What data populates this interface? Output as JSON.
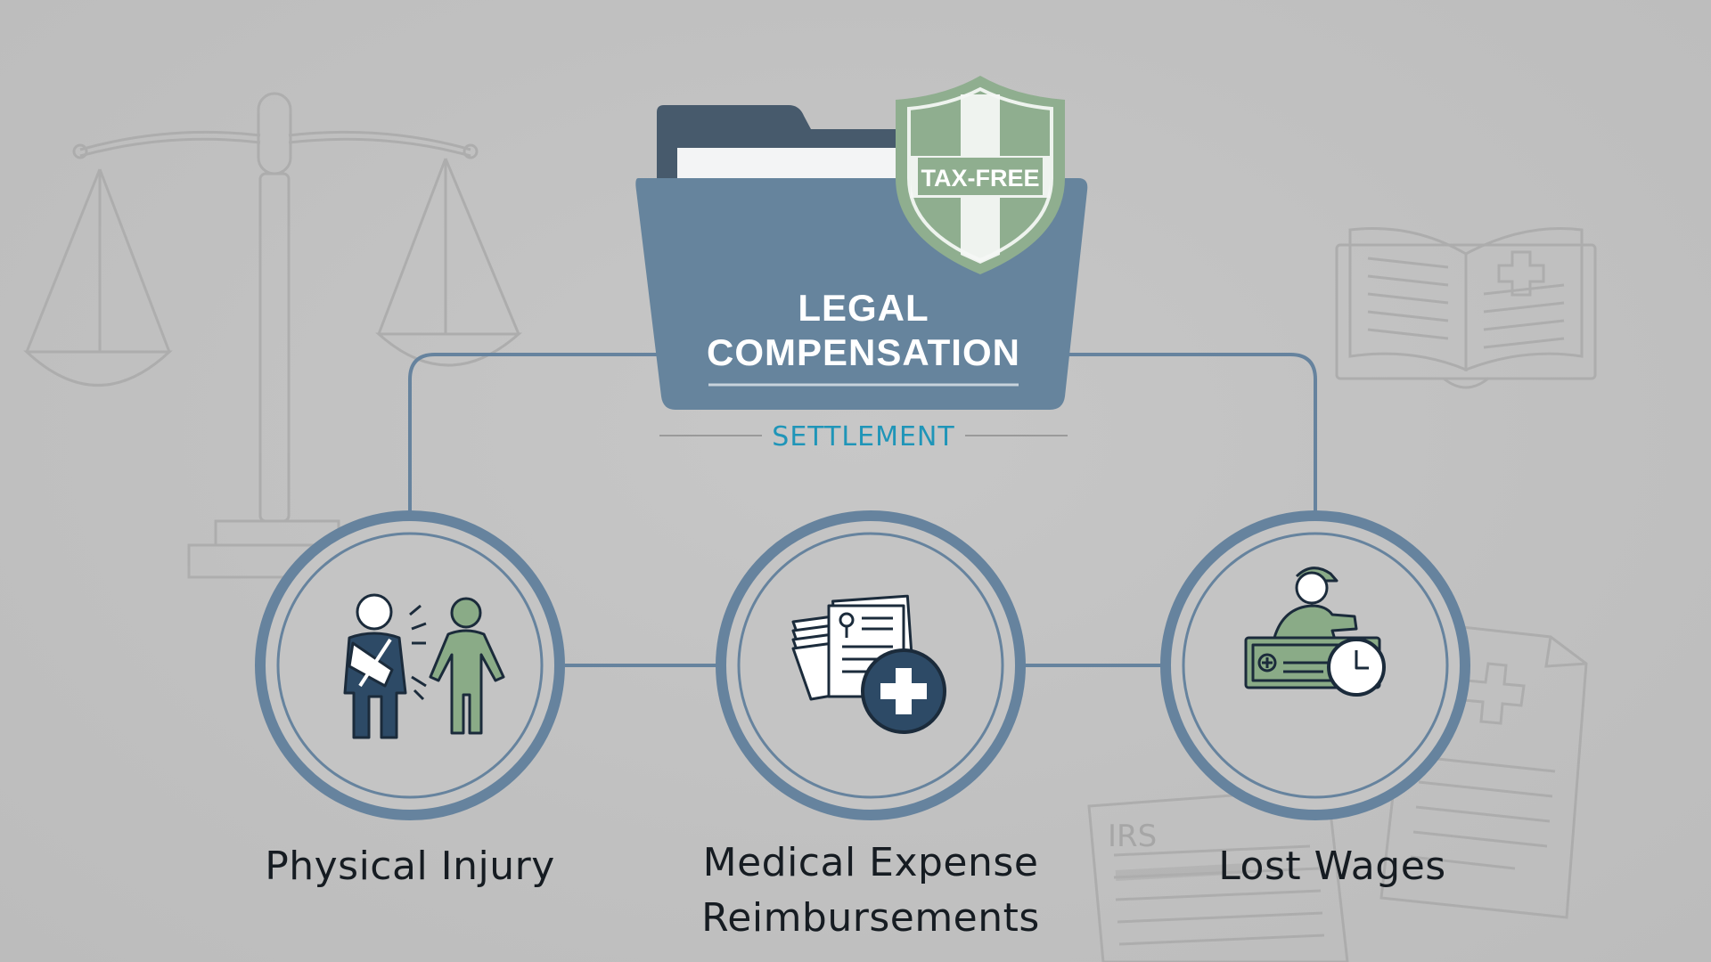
{
  "folder": {
    "title_line1": "LEGAL",
    "title_line2": "COMPENSATION",
    "badge": "TAX-FREE",
    "subtitle": "SETTLEMENT"
  },
  "nodes": [
    {
      "label": "Physical Injury",
      "icon": "injured-person-icon"
    },
    {
      "label_line1": "Medical Expense",
      "label_line2": "Reimbursements",
      "icon": "medical-documents-icon"
    },
    {
      "label": "Lost Wages",
      "icon": "worker-paycheck-clock-icon"
    }
  ],
  "background": {
    "document_header": "IRS",
    "icons": [
      "scales-of-justice-icon",
      "open-medical-book-icon",
      "irs-form-icon",
      "medical-record-icon"
    ]
  },
  "colors": {
    "background": "#c2c2c2",
    "folder": "#66849d",
    "folder_back": "#475a6c",
    "shield": "#8fae8f",
    "accent_text": "#1f95b8",
    "ring": "#66839e",
    "dark_icon": "#2d4a66",
    "green_icon": "#8aab87"
  }
}
